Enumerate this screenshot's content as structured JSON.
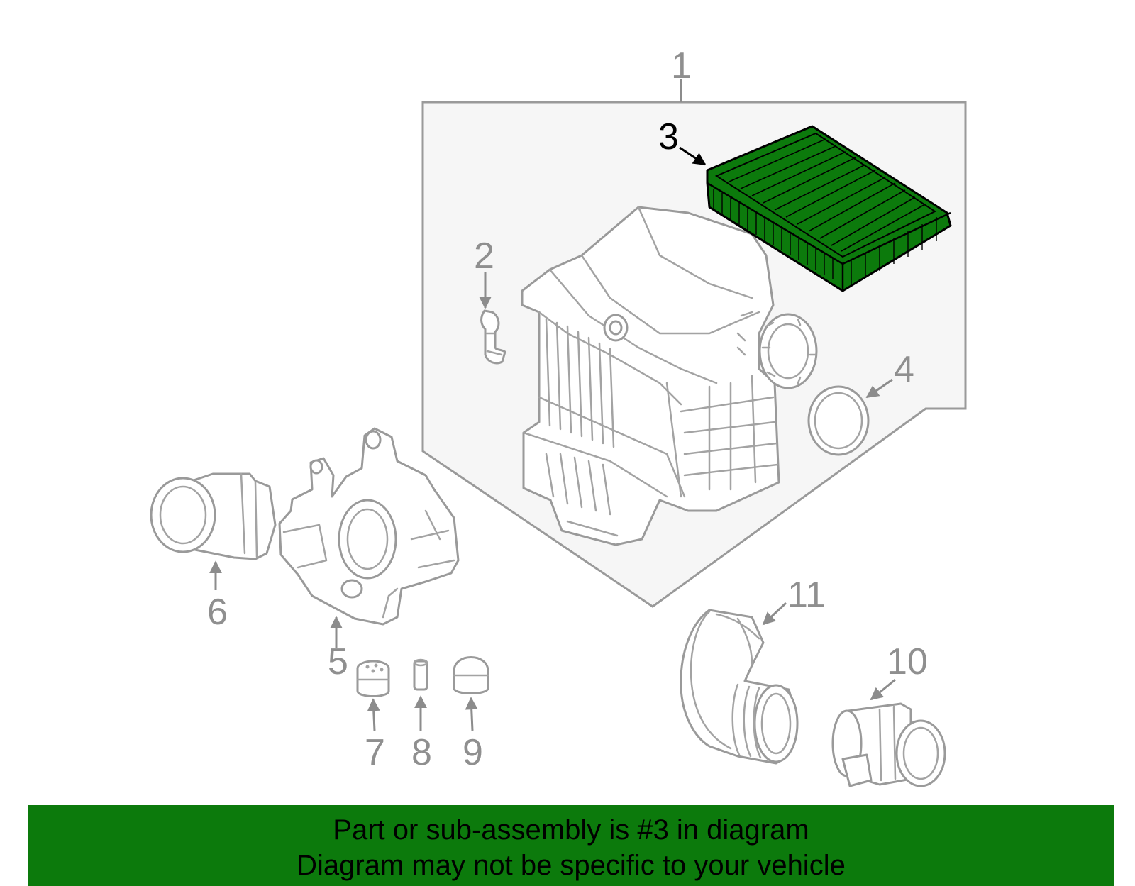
{
  "diagram": {
    "highlighted_part": "3",
    "highlight_color": "#0c7a0c",
    "callouts": {
      "c1": "1",
      "c2": "2",
      "c3": "3",
      "c4": "4",
      "c5": "5",
      "c6": "6",
      "c7": "7",
      "c8": "8",
      "c9": "9",
      "c10": "10",
      "c11": "11"
    }
  },
  "banner": {
    "line1": "Part or sub-assembly is #3 in diagram",
    "line2": "Diagram may not be specific to your vehicle",
    "background": "#0c7a0c"
  }
}
